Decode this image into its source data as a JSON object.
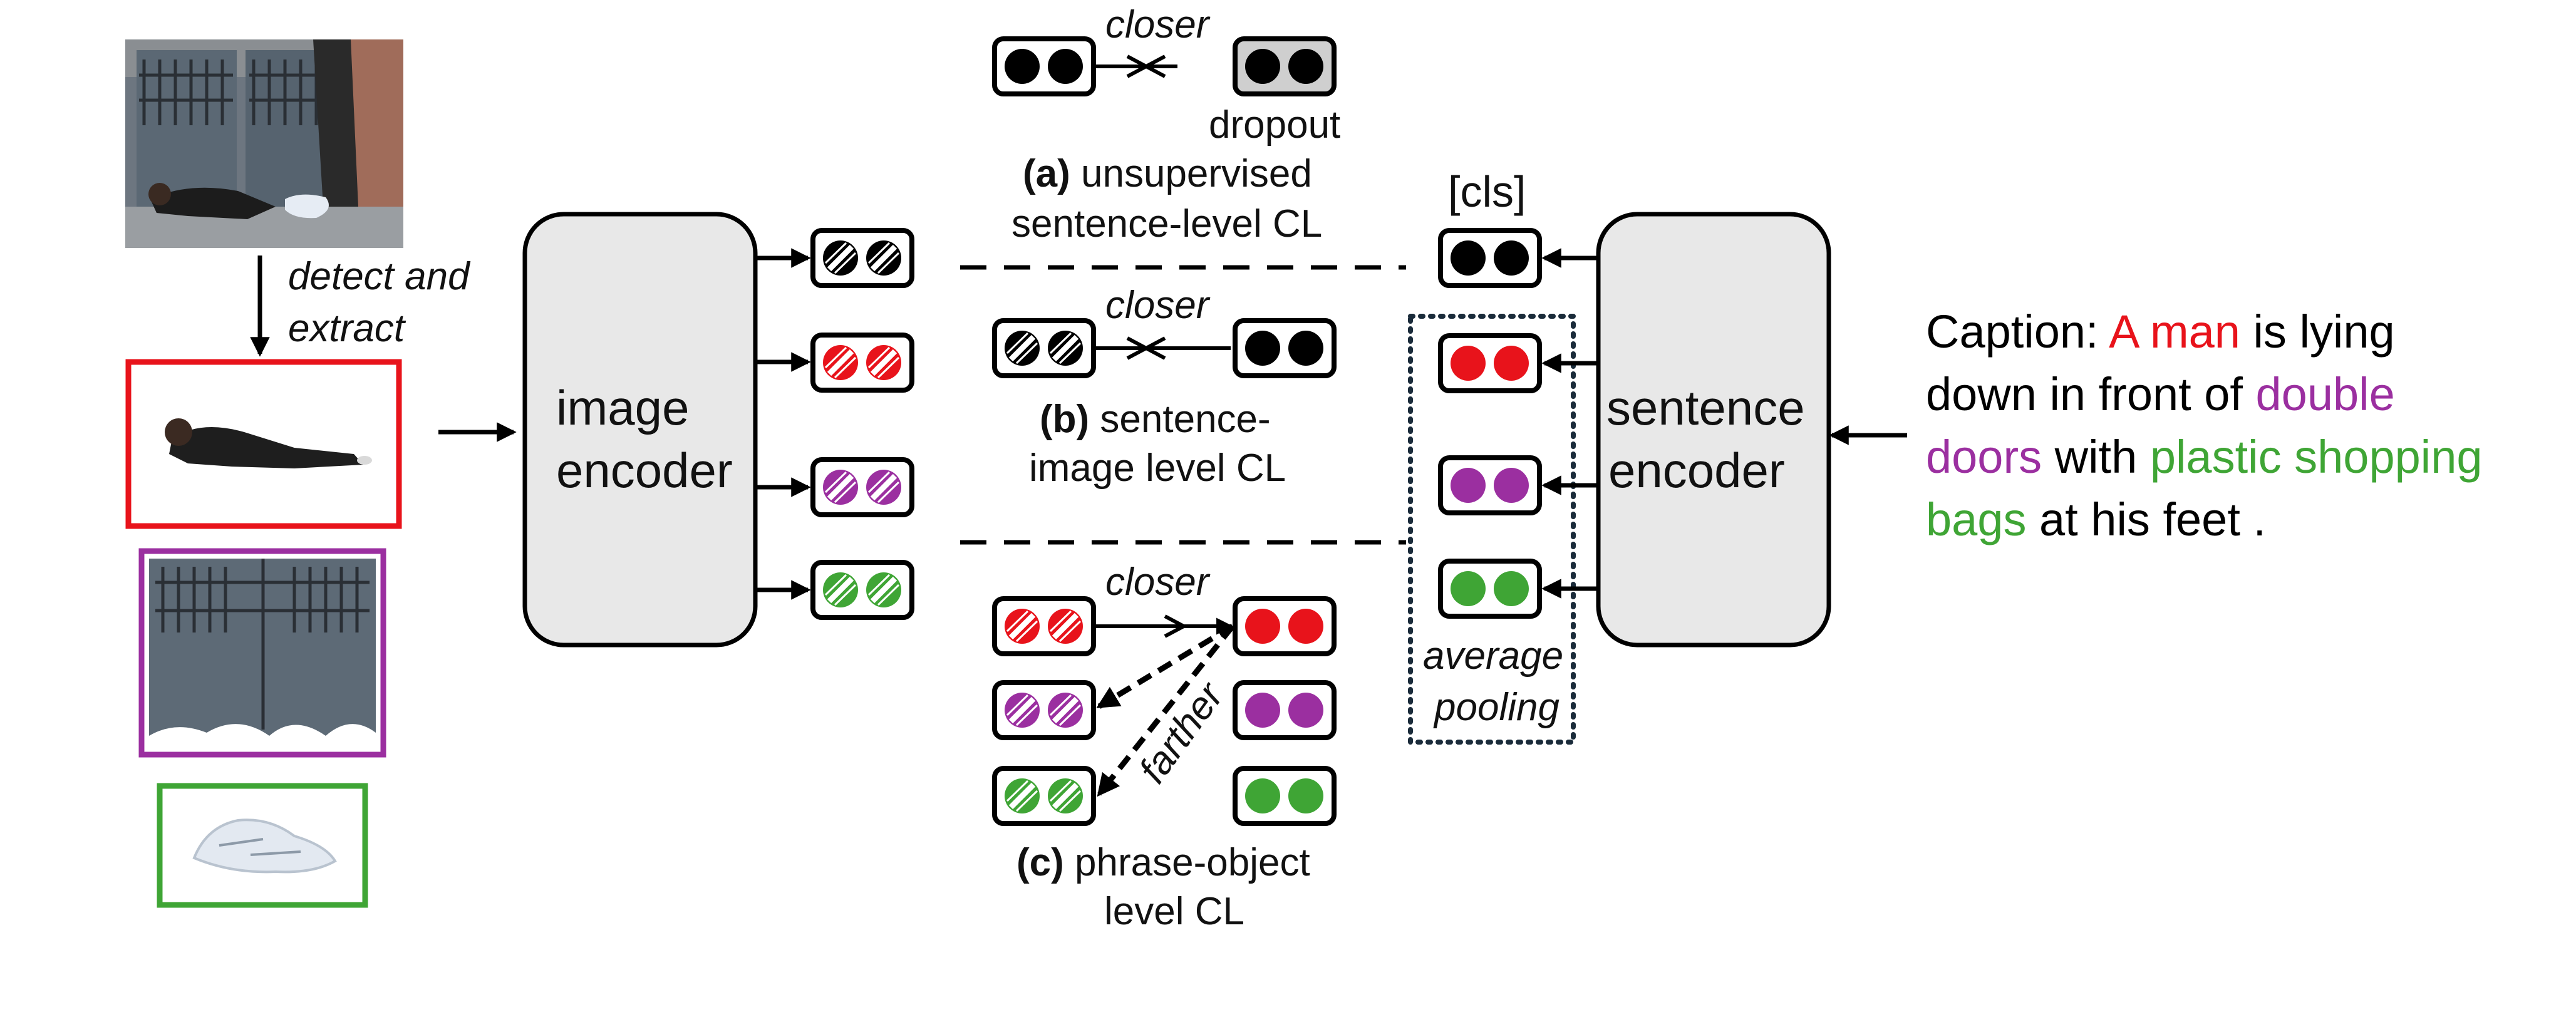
{
  "colors": {
    "red": "#e8131b",
    "purple": "#9b2fa0",
    "green": "#3fa535",
    "black": "#000000",
    "encoder_fill": "#e8e8e8",
    "dropout_fill": "#cfcfcf",
    "pooling_border": "#1a2b3a"
  },
  "images": {
    "scene": "scene-photo",
    "crops": [
      "man-crop",
      "doors-crop",
      "bags-crop"
    ]
  },
  "detect_label": {
    "line1": "detect and",
    "line2": "extract"
  },
  "image_encoder": {
    "line1": "image",
    "line2": "encoder"
  },
  "sentence_encoder": {
    "line1": "sentence",
    "line2": "encoder"
  },
  "cls_label": "[cls]",
  "pooling_label": {
    "line1": "average",
    "line2": "pooling"
  },
  "panel_a": {
    "closer": "closer",
    "dropout": "dropout",
    "tag": "(a)",
    "line1": " unsupervised",
    "line2": "sentence-level CL"
  },
  "panel_b": {
    "closer": "closer",
    "tag": "(b)",
    "line1": " sentence-",
    "line2": "image level CL"
  },
  "panel_c": {
    "closer": "closer",
    "farther": "farther",
    "tag": "(c)",
    "line1": " phrase-object",
    "line2": "level CL"
  },
  "caption": {
    "lines": [
      [
        {
          "t": "Caption: ",
          "c": "black"
        },
        {
          "t": "A man",
          "c": "red"
        },
        {
          "t": " is lying",
          "c": "black"
        }
      ],
      [
        {
          "t": "down in front of ",
          "c": "black"
        },
        {
          "t": "double",
          "c": "purple"
        }
      ],
      [
        {
          "t": "doors",
          "c": "purple"
        },
        {
          "t": " with ",
          "c": "black"
        },
        {
          "t": "plastic shopping",
          "c": "green"
        }
      ],
      [
        {
          "t": "bags",
          "c": "green"
        },
        {
          "t": " at his feet .",
          "c": "black"
        }
      ]
    ]
  }
}
